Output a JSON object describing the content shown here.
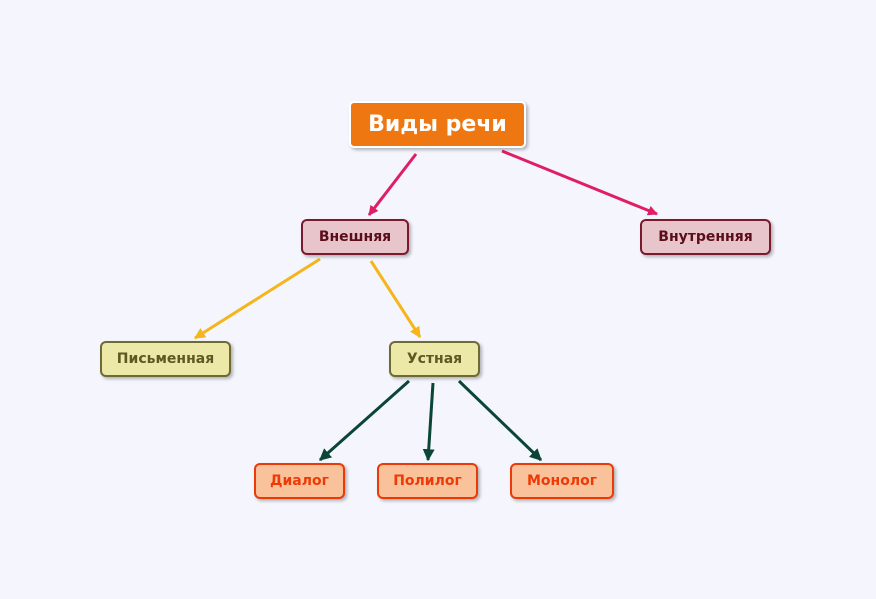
{
  "root": {
    "label": "Виды речи"
  },
  "level1": {
    "external": "Внешняя",
    "internal": "Внутренняя"
  },
  "level2": {
    "written": "Письменная",
    "oral": "Устная"
  },
  "level3": {
    "dialog": "Диалог",
    "polylog": "Полилог",
    "monolog": "Монолог"
  },
  "colors": {
    "background": "#f4f5fd",
    "root_fill": "#ee7711",
    "level1_fill": "#e8c4cb",
    "level2_fill": "#ebe8a8",
    "level3_fill": "#f9c29b",
    "arrow_root": "#e01e63",
    "arrow_external": "#f5b51b",
    "arrow_oral": "#0b4535"
  }
}
